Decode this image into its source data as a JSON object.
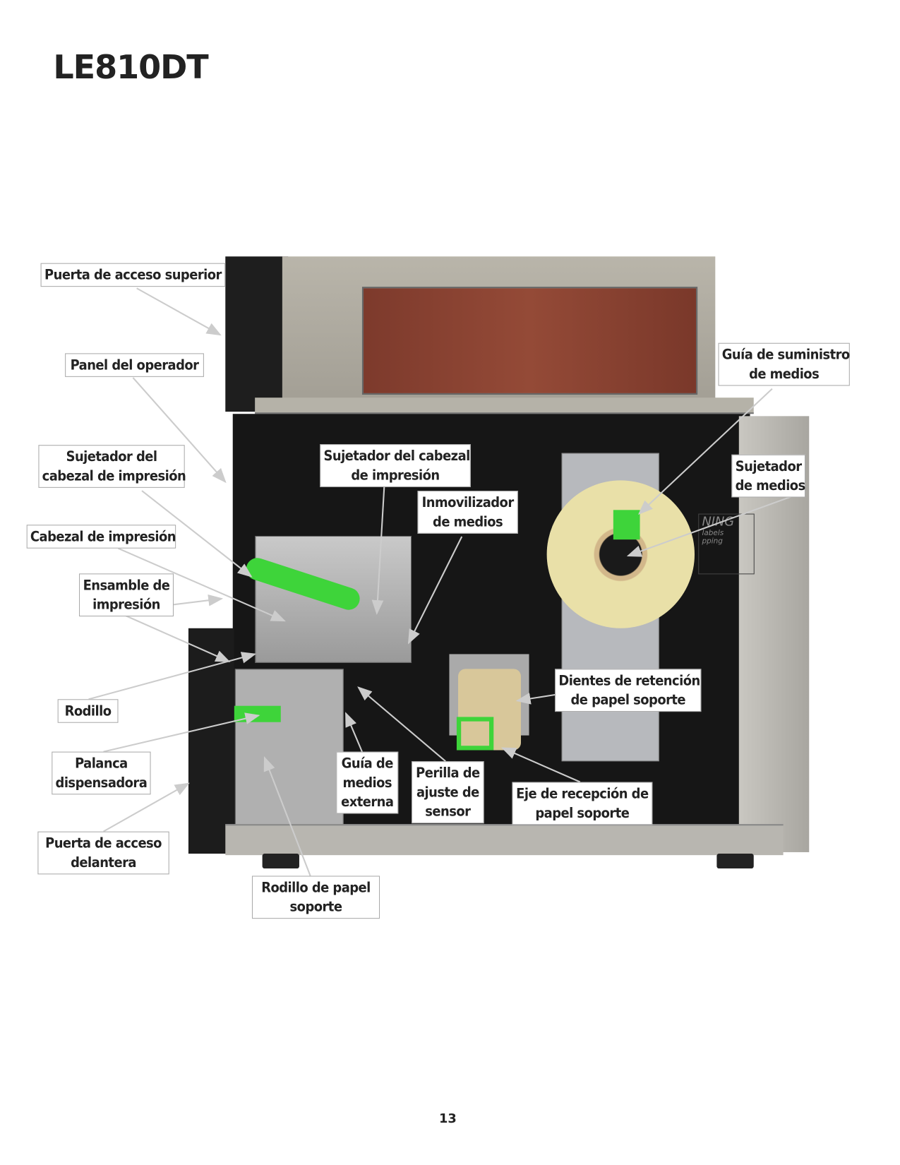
{
  "page": {
    "title": "LE810DT",
    "page_number": "13"
  },
  "printer_logo_text": [
    "NING",
    "labels",
    "pping"
  ],
  "labels": {
    "top_access_door": "Puerta de acceso superior",
    "operator_panel": "Panel del operador",
    "printhead_holder_left": [
      "Sujetador del",
      "cabezal de impresión"
    ],
    "printhead": "Cabezal de impresión",
    "print_assembly": [
      "Ensamble de",
      "impresión"
    ],
    "roller": "Rodillo",
    "dispense_lever": [
      "Palanca",
      "dispensadora"
    ],
    "front_access_door": [
      "Puerta de acceso",
      "delantera"
    ],
    "backing_paper_roller": [
      "Rodillo de papel",
      "soporte"
    ],
    "external_media_guide": [
      "Guía de",
      "medios",
      "externa"
    ],
    "sensor_knob": [
      "Perilla de",
      "ajuste de",
      "sensor"
    ],
    "takeup_spindle": [
      "Eje de recepción de",
      "papel soporte"
    ],
    "retention_teeth": [
      "Dientes de retención",
      "de papel soporte"
    ],
    "media_immobilizer": [
      "Inmovilizador",
      "de medios"
    ],
    "printhead_holder_center": [
      "Sujetador del cabezal",
      "de impresión"
    ],
    "media_supply_guide": [
      "Guía de suministro",
      "de medios"
    ],
    "media_holder": [
      "Sujetador",
      "de medios"
    ]
  }
}
